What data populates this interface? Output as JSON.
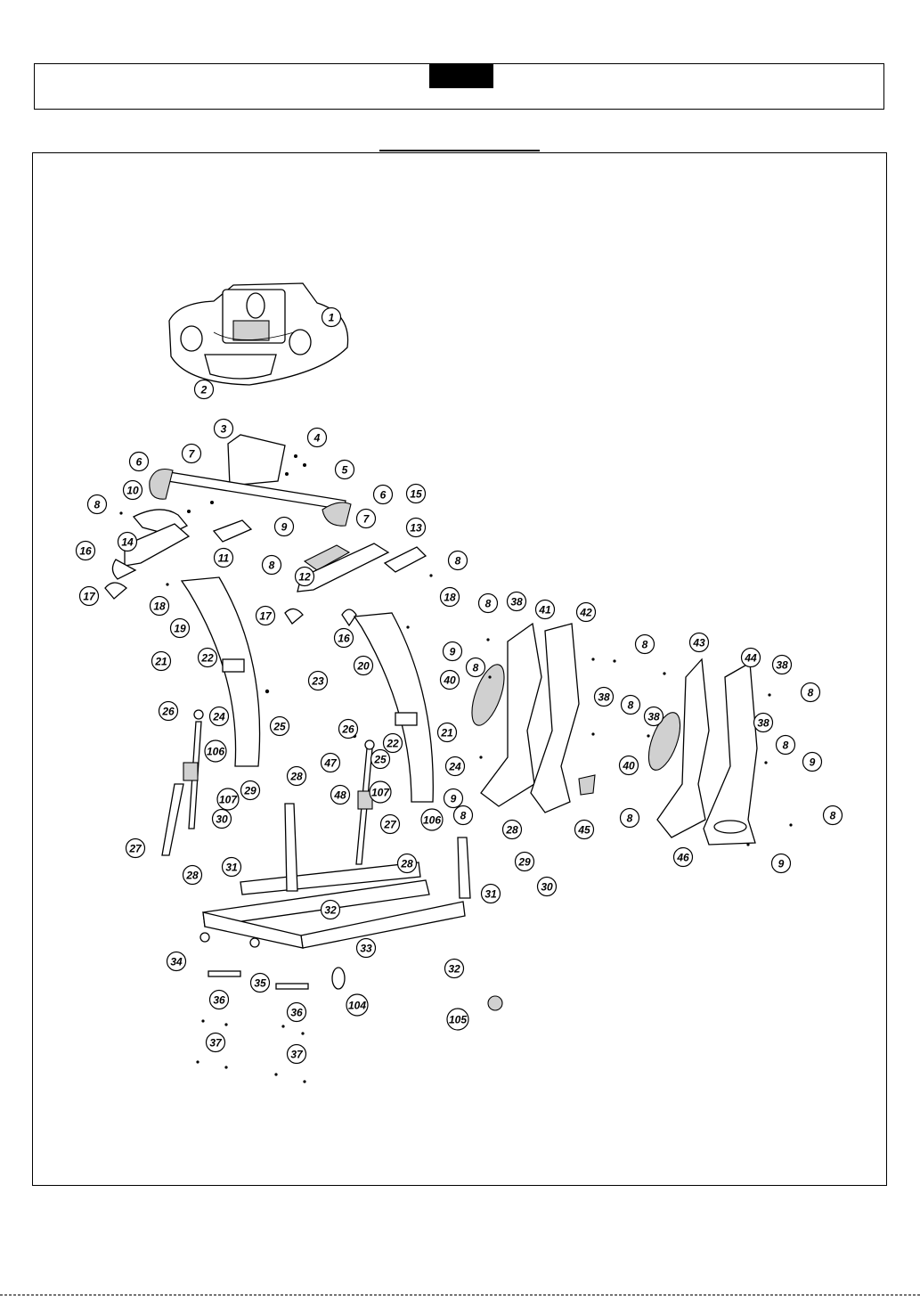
{
  "diagram": {
    "kind": "exploded-parts-view",
    "callouts": [
      {
        "label": "1"
      },
      {
        "label": "2"
      },
      {
        "label": "3"
      },
      {
        "label": "4"
      },
      {
        "label": "5"
      },
      {
        "label": "6"
      },
      {
        "label": "6"
      },
      {
        "label": "7"
      },
      {
        "label": "7"
      },
      {
        "label": "8"
      },
      {
        "label": "10"
      },
      {
        "label": "16"
      },
      {
        "label": "14"
      },
      {
        "label": "17"
      },
      {
        "label": "18"
      },
      {
        "label": "11"
      },
      {
        "label": "9"
      },
      {
        "label": "8"
      },
      {
        "label": "12"
      },
      {
        "label": "15"
      },
      {
        "label": "13"
      },
      {
        "label": "8"
      },
      {
        "label": "17"
      },
      {
        "label": "16"
      },
      {
        "label": "18"
      },
      {
        "label": "19"
      },
      {
        "label": "20"
      },
      {
        "label": "21"
      },
      {
        "label": "22"
      },
      {
        "label": "23"
      },
      {
        "label": "26"
      },
      {
        "label": "24"
      },
      {
        "label": "25"
      },
      {
        "label": "106"
      },
      {
        "label": "107"
      },
      {
        "label": "29"
      },
      {
        "label": "30"
      },
      {
        "label": "27"
      },
      {
        "label": "28"
      },
      {
        "label": "31"
      },
      {
        "label": "26"
      },
      {
        "label": "25"
      },
      {
        "label": "22"
      },
      {
        "label": "21"
      },
      {
        "label": "24"
      },
      {
        "label": "28"
      },
      {
        "label": "47"
      },
      {
        "label": "48"
      },
      {
        "label": "107"
      },
      {
        "label": "27"
      },
      {
        "label": "106"
      },
      {
        "label": "28"
      },
      {
        "label": "32"
      },
      {
        "label": "33"
      },
      {
        "label": "34"
      },
      {
        "label": "35"
      },
      {
        "label": "104"
      },
      {
        "label": "32"
      },
      {
        "label": "105"
      },
      {
        "label": "36"
      },
      {
        "label": "36"
      },
      {
        "label": "37"
      },
      {
        "label": "37"
      },
      {
        "label": "28"
      },
      {
        "label": "29"
      },
      {
        "label": "30"
      },
      {
        "label": "31"
      },
      {
        "label": "8"
      },
      {
        "label": "38"
      },
      {
        "label": "41"
      },
      {
        "label": "42"
      },
      {
        "label": "9"
      },
      {
        "label": "8"
      },
      {
        "label": "40"
      },
      {
        "label": "9"
      },
      {
        "label": "8"
      },
      {
        "label": "45"
      },
      {
        "label": "8"
      },
      {
        "label": "43"
      },
      {
        "label": "44"
      },
      {
        "label": "38"
      },
      {
        "label": "8"
      },
      {
        "label": "38"
      },
      {
        "label": "8"
      },
      {
        "label": "38"
      },
      {
        "label": "40"
      },
      {
        "label": "38"
      },
      {
        "label": "8"
      },
      {
        "label": "9"
      },
      {
        "label": "8"
      },
      {
        "label": "46"
      },
      {
        "label": "8"
      },
      {
        "label": "9"
      }
    ]
  }
}
